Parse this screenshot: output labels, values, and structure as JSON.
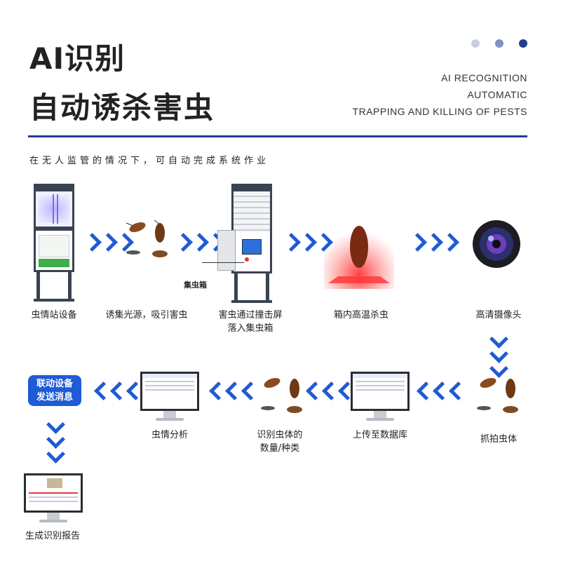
{
  "header": {
    "title_line1": "AI识别",
    "title_line2": "自动诱杀害虫",
    "en_line1": "AI RECOGNITION",
    "en_line2": "AUTOMATIC",
    "en_line3": "TRAPPING AND KILLING OF PESTS",
    "subtitle": "在无人监管的情况下，可自动完成系统作业"
  },
  "colors": {
    "accent": "#1e5bd6",
    "rule": "#1f3f8f",
    "dot1": "#c7cfe0",
    "dot2": "#7f93c2",
    "dot3": "#1f3f8f"
  },
  "row1": {
    "step1": "虫情站设备",
    "step2": "诱集光源，吸引害虫",
    "step3_line1": "害虫通过撞击屏",
    "step3_line2": "落入集虫箱",
    "collector_label": "集虫箱",
    "step4": "箱内高温杀虫",
    "step5": "高清摄像头"
  },
  "row2": {
    "capture": "抓拍虫体",
    "upload": "上传至数据库",
    "identify_line1": "识别虫体的",
    "identify_line2": "数量/种类",
    "analysis": "虫情分析",
    "link_line1": "联动设备",
    "link_line2": "发送消息"
  },
  "row3": {
    "report": "生成识别报告"
  }
}
